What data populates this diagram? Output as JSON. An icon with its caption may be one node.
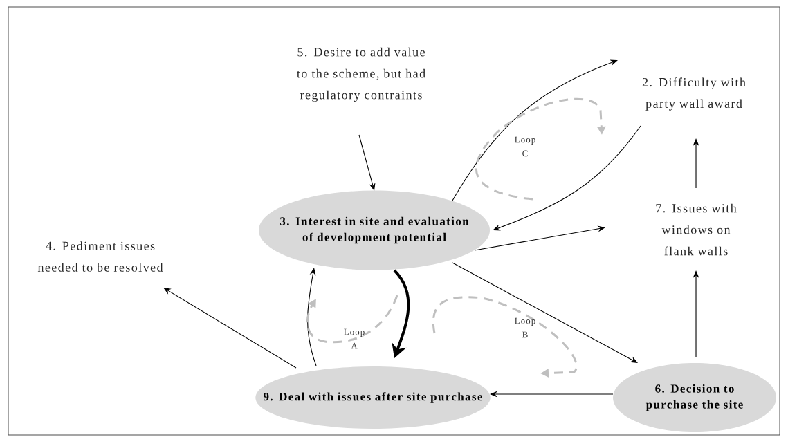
{
  "diagram": {
    "nodes": [
      {
        "text": [
          "5. Desire to add value to the scheme, but had regulatory contraints"
        ]
      },
      {
        "text": [
          "2. Difficulty with party wall award"
        ]
      },
      {
        "text": [
          "3. Interest in site and evaluation of development potential"
        ]
      },
      {
        "text": [
          "4. Pediment issues needed to be resolved"
        ]
      },
      {
        "text": [
          "7. Issues with windows on flank walls"
        ]
      },
      {
        "text": [
          "9. Deal with issues after site purchase"
        ]
      },
      {
        "text": [
          "6. Decision to purchase the site"
        ]
      }
    ],
    "edges": [
      {
        "from": 0,
        "to": 2,
        "arrow": "to"
      },
      {
        "from": 2,
        "to": 1,
        "arrow": "to"
      },
      {
        "from": 1,
        "to": 2,
        "arrow": "to"
      },
      {
        "from": 2,
        "to": 4,
        "arrow": "to"
      },
      {
        "from": 2,
        "to": 6,
        "arrow": "to"
      },
      {
        "from": 4,
        "to": 1,
        "arrow": "to"
      },
      {
        "from": 6,
        "to": 4,
        "arrow": "to"
      },
      {
        "from": 6,
        "to": 5,
        "arrow": "to"
      },
      {
        "from": 5,
        "to": 3,
        "arrow": "to"
      },
      {
        "from": 5,
        "to": 2,
        "arrow": "to"
      },
      {
        "from": 2,
        "to": 5,
        "arrow": "to",
        "style": "thick"
      }
    ],
    "labels": [
      "Loop C",
      "Loop A",
      "Loop B"
    ]
  }
}
